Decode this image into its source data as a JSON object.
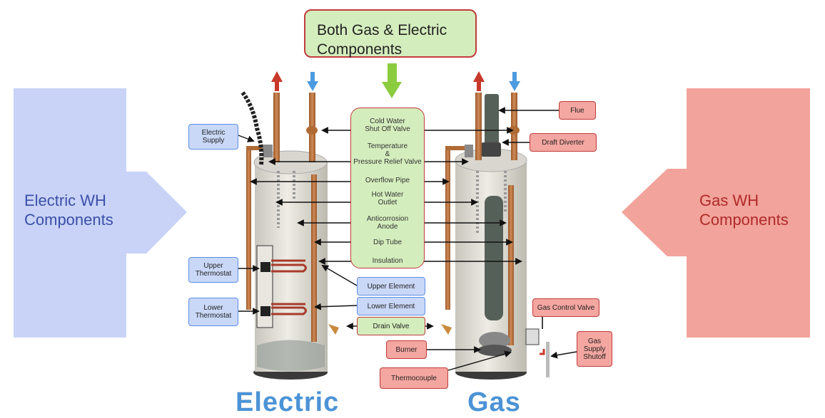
{
  "header": {
    "title": "Both Gas & Electric\nComponents"
  },
  "sides": {
    "electric": "Electric WH\nComponents",
    "gas": "Gas WH\nComponents"
  },
  "shared_components": [
    "Cold Water\nShut Off Valve",
    "Temperature\n&\nPressure Relief Valve",
    "Overflow Pipe",
    "Hot Water\nOutlet",
    "Anticorrosion\nAnode",
    "Dip Tube",
    "Insulation"
  ],
  "electric_components": {
    "supply": "Electric\nSupply",
    "upper_thermostat": "Upper\nThermostat",
    "lower_thermostat": "Lower\nThermostat",
    "upper_element": "Upper Element",
    "lower_element": "Lower Element"
  },
  "drain_valve": "Drain Valve",
  "gas_components": {
    "flue": "Flue",
    "draft_diverter": "Draft Diverter",
    "gas_control_valve": "Gas Control Valve",
    "gas_supply_shutoff": "Gas\nSupply\nShutoff",
    "burner": "Burner",
    "thermocouple": "Thermocouple"
  },
  "titles": {
    "electric": "Electric",
    "gas": "Gas"
  },
  "colors": {
    "blue_arrow": "#c9d3f7",
    "red_arrow": "#f2a39b",
    "blue_text": "#3a4fa8",
    "red_text": "#b02a2a",
    "green_box": "#d4edbd",
    "title_blue": "#4c93d6"
  }
}
